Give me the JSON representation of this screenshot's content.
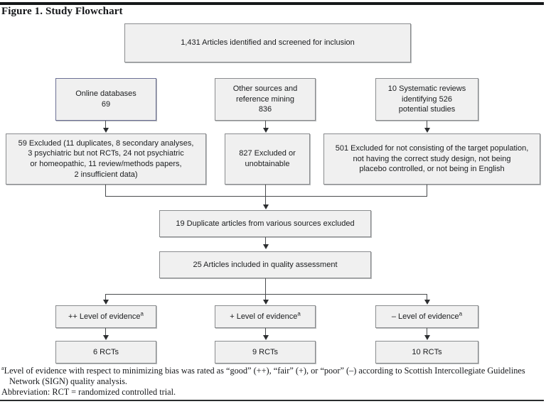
{
  "figure": {
    "title": "Figure 1. Study Flowchart",
    "title_rule_color": "#16181a"
  },
  "nodes": {
    "screened": "1,431 Articles identified and screened for inclusion",
    "source_online": "Online databases\n69",
    "source_other": "Other sources and\nreference mining\n836",
    "source_reviews": "10 Systematic reviews\nidentifying 526\npotential studies",
    "excluded_online": "59 Excluded (11 duplicates, 8 secondary analyses,\n3 psychiatric but not RCTs, 24 not psychiatric\nor homeopathic, 11 review/methods papers,\n2 insufficient data)",
    "excluded_other": "827 Excluded or\nunobtainable",
    "excluded_reviews": "501 Excluded for not consisting of the target population,\nnot having the  correct study design, not being\nplacebo controlled, or not being in English",
    "duplicates": "19 Duplicate articles from various sources excluded",
    "included": "25 Articles included in quality assessment",
    "level_plusplus_prefix": "++ Level of evidence",
    "level_plus_prefix": "+ Level of evidence",
    "level_minus_prefix": "– Level of evidence",
    "level_marker": "a",
    "rct_plusplus": "6 RCTs",
    "rct_plus": "9 RCTs",
    "rct_minus": "10 RCTs"
  },
  "footnotes": {
    "marker_a": "a",
    "note_a_line1": "Level of evidence with respect to minimizing bias was rated as “good” (++), “fair” (+), or “poor” (–) according to Scottish",
    "note_a_line2": "Intercollegiate Guidelines Network (SIGN) quality analysis.",
    "note_b": "Abbreviation: RCT = randomized controlled trial."
  },
  "chart_data": {
    "type": "diagram",
    "title": "Figure 1. Study Flowchart",
    "stages": [
      {
        "id": "screened",
        "label": "1,431 Articles identified and screened for inclusion",
        "value": 1431
      },
      {
        "id": "source_online",
        "label": "Online databases",
        "value": 69
      },
      {
        "id": "source_other",
        "label": "Other sources and reference mining",
        "value": 836
      },
      {
        "id": "source_reviews",
        "label": "10 Systematic reviews identifying 526 potential studies",
        "value": 526,
        "reviews": 10
      },
      {
        "id": "excluded_online",
        "label": "59 Excluded",
        "value": 59,
        "breakdown": {
          "duplicates": 11,
          "secondary analyses": 8,
          "psychiatric but not RCTs": 3,
          "not psychiatric or homeopathic": 24,
          "review/methods papers": 11,
          "insufficient data": 2
        }
      },
      {
        "id": "excluded_other",
        "label": "827 Excluded or unobtainable",
        "value": 827
      },
      {
        "id": "excluded_reviews",
        "label": "501 Excluded for not consisting of the target population, not having the correct study design, not being placebo controlled, or not being in English",
        "value": 501
      },
      {
        "id": "duplicates",
        "label": "19 Duplicate articles from various sources excluded",
        "value": 19
      },
      {
        "id": "included",
        "label": "25 Articles included in quality assessment",
        "value": 25
      },
      {
        "id": "level_plusplus",
        "label": "++ Level of evidence",
        "value": 6,
        "outcome": "6 RCTs"
      },
      {
        "id": "level_plus",
        "label": "+ Level of evidence",
        "value": 9,
        "outcome": "9 RCTs"
      },
      {
        "id": "level_minus",
        "label": "– Level of evidence",
        "value": 10,
        "outcome": "10 RCTs"
      }
    ]
  }
}
